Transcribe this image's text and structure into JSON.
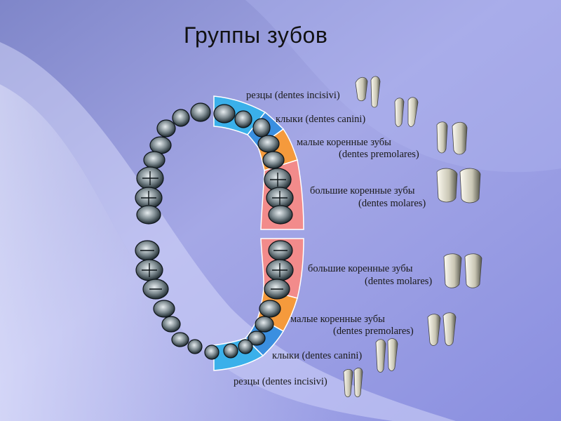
{
  "title": "Группы зубов",
  "upper_labels": {
    "incisors": "резцы (dentes incisivi)",
    "canines": "клыки (dentes canini)",
    "premolars_ru": "малые коренные зубы",
    "premolars_lat": "(dentes premolares)",
    "molars_ru": "большие коренные зубы",
    "molars_lat": "(dentes molares)"
  },
  "lower_labels": {
    "molars_ru": "большие коренные зубы",
    "molars_lat": "(dentes molares)",
    "premolars_ru": "малые коренные зубы",
    "premolars_lat": "(dentes premolares)",
    "canines": "клыки (dentes canini)",
    "incisors": "резцы (dentes incisivi)"
  },
  "colors": {
    "incisors": "#3aa6e6",
    "canines": "#3b8fd9",
    "premolars": "#f59a3c",
    "molars": "#f08a8a",
    "outline": "#ffffff"
  }
}
